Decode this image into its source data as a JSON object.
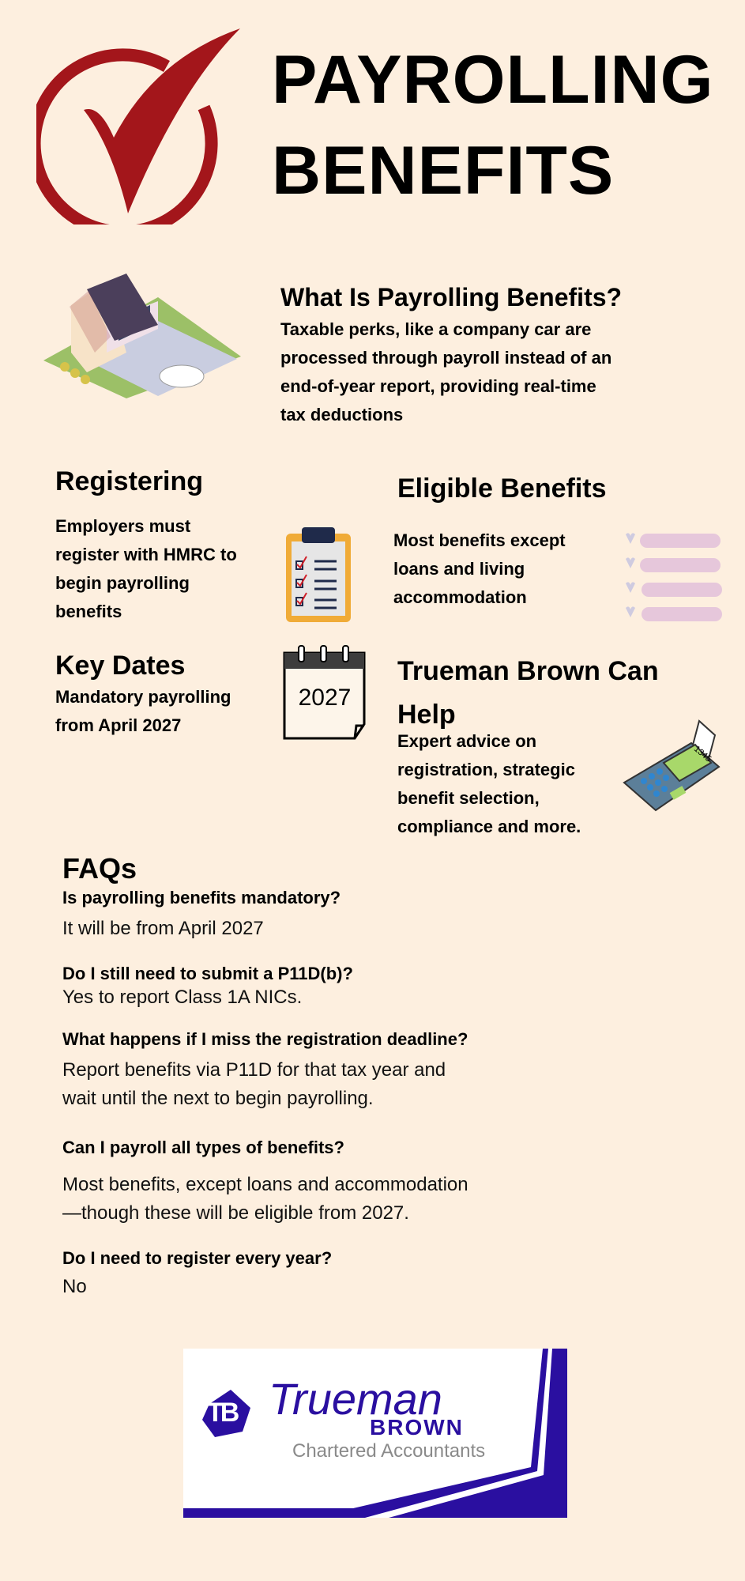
{
  "header": {
    "title_line1": "PAYROLLING",
    "title_line2": "BENEFITS",
    "accent_color": "#a3161b"
  },
  "intro": {
    "heading": "What Is Payrolling Benefits?",
    "lines": [
      "Taxable perks, like a company car are",
      "processed through payroll instead of an",
      "end-of-year report, providing real-time",
      "tax deductions"
    ]
  },
  "registering": {
    "heading": "Registering",
    "lines": [
      "Employers must",
      "register with HMRC to",
      "begin payrolling",
      "benefits"
    ]
  },
  "eligible": {
    "heading": "Eligible Benefits",
    "lines": [
      "Most benefits except",
      "loans and living",
      "accommodation"
    ]
  },
  "key_dates": {
    "heading": "Key Dates",
    "lines": [
      "Mandatory payrolling",
      "from April 2027"
    ],
    "calendar_year": "2027"
  },
  "help": {
    "heading_line1": "Trueman Brown Can",
    "heading_line2": "Help",
    "lines": [
      "Expert advice on",
      "registration, strategic",
      "benefit selection,",
      "compliance and more."
    ],
    "calculator_display": "1345"
  },
  "faqs": {
    "heading": "FAQs",
    "items": [
      {
        "q": "Is payrolling benefits mandatory?",
        "a": [
          "It will be from April 2027"
        ]
      },
      {
        "q": "Do I still need to submit a P11D(b)?",
        "a": [
          "Yes to report Class 1A NICs."
        ]
      },
      {
        "q": "What happens if I miss the registration deadline?",
        "a": [
          "Report benefits via P11D for that tax year and",
          "wait until the next to begin payrolling."
        ]
      },
      {
        "q": "Can I payroll all types of benefits?",
        "a": [
          "Most benefits, except loans and accommodation",
          "—though these will be eligible from 2027."
        ]
      },
      {
        "q": "Do I need to register every year?",
        "a": [
          "No"
        ]
      }
    ]
  },
  "logo": {
    "monogram": "TB",
    "name1": "Trueman",
    "name2": "BROWN",
    "tagline": "Chartered Accountants",
    "brand_color": "#2a0fa0"
  }
}
